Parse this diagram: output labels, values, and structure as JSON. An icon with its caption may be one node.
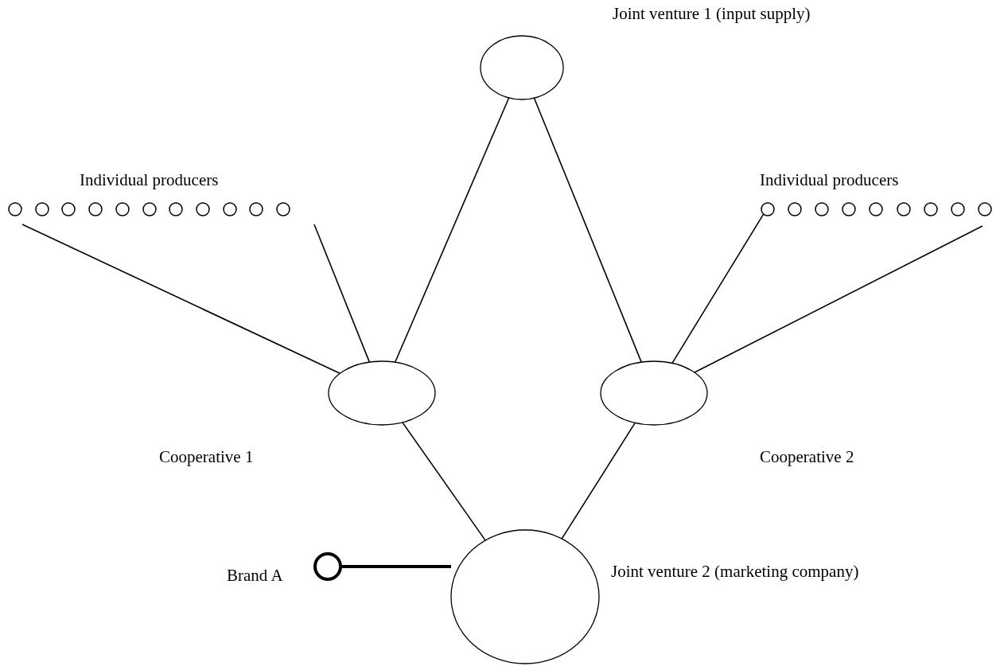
{
  "diagram": {
    "nodes": [
      {
        "text": [
          "Joint venture 1 (input supply)"
        ]
      },
      {
        "text": [
          "Individual producers"
        ]
      },
      {
        "text": [],
        "shape": "circle",
        "in": 1
      },
      {
        "text": [],
        "shape": "circle",
        "in": 1
      },
      {
        "text": [],
        "shape": "circle",
        "in": 1
      },
      {
        "text": [],
        "shape": "circle",
        "in": 1
      },
      {
        "text": [],
        "shape": "circle",
        "in": 1
      },
      {
        "text": [],
        "shape": "circle",
        "in": 1
      },
      {
        "text": [],
        "shape": "circle",
        "in": 1
      },
      {
        "text": [],
        "shape": "circle",
        "in": 1
      },
      {
        "text": [],
        "shape": "circle",
        "in": 1
      },
      {
        "text": [],
        "shape": "circle",
        "in": 1
      },
      {
        "text": [],
        "shape": "circle",
        "in": 1
      },
      {
        "text": [
          "Individual producers"
        ]
      },
      {
        "text": [],
        "shape": "circle",
        "in": 13
      },
      {
        "text": [],
        "shape": "circle",
        "in": 13
      },
      {
        "text": [],
        "shape": "circle",
        "in": 13
      },
      {
        "text": [],
        "shape": "circle",
        "in": 13
      },
      {
        "text": [],
        "shape": "circle",
        "in": 13
      },
      {
        "text": [],
        "shape": "circle",
        "in": 13
      },
      {
        "text": [],
        "shape": "circle",
        "in": 13
      },
      {
        "text": [],
        "shape": "circle",
        "in": 13
      },
      {
        "text": [],
        "shape": "circle",
        "in": 13
      },
      {
        "text": [
          "Cooperative 1"
        ]
      },
      {
        "text": [
          "Cooperative 2"
        ]
      },
      {
        "text": [
          "Joint venture 2 (marketing company)"
        ]
      },
      {
        "text": [
          "Brand A"
        ]
      }
    ],
    "edges": [
      {
        "from": 0,
        "to": 23,
        "arrow": "none"
      },
      {
        "from": 0,
        "to": 24,
        "arrow": "none"
      },
      {
        "from": 1,
        "to": 23,
        "arrow": "none"
      },
      {
        "from": 1,
        "to": 23,
        "arrow": "none"
      },
      {
        "from": 14,
        "to": 24,
        "arrow": "none"
      },
      {
        "from": 13,
        "to": 24,
        "arrow": "none"
      },
      {
        "from": 23,
        "to": 25,
        "arrow": "none"
      },
      {
        "from": 24,
        "to": 25,
        "arrow": "none"
      },
      {
        "from": 26,
        "to": 25,
        "arrow": "none",
        "style": "thick"
      }
    ]
  }
}
